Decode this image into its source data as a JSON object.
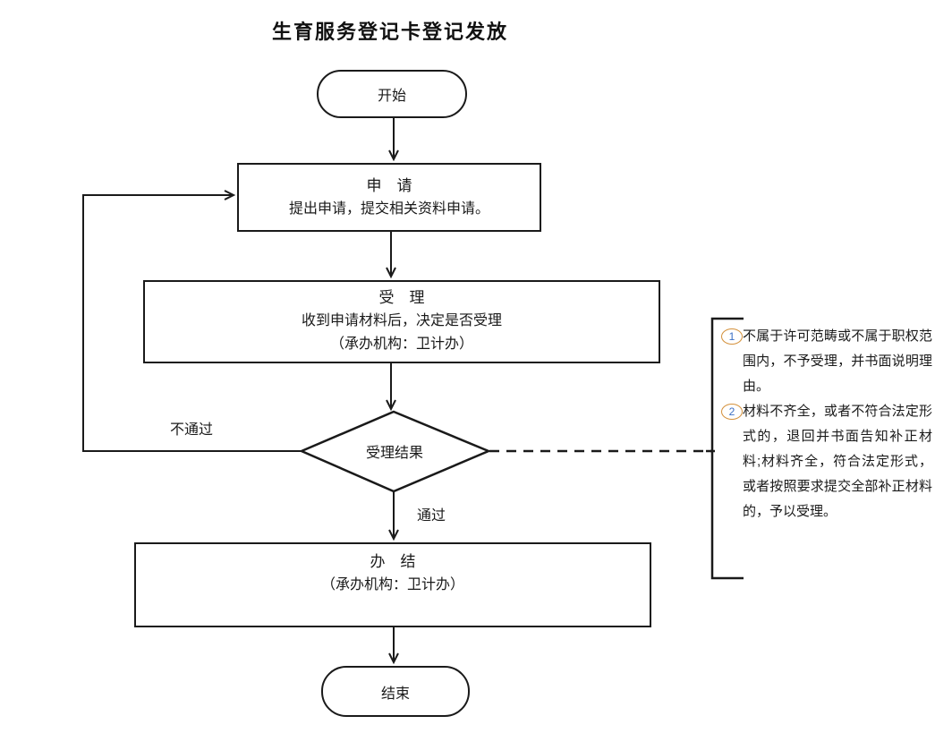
{
  "title": "生育服务登记卡登记发放",
  "flow": {
    "start_label": "开始",
    "apply": {
      "title": "申　请",
      "desc": "提出申请，提交相关资料申请。"
    },
    "accept": {
      "title": "受　理",
      "line1": "收到申请材料后，决定是否受理",
      "line2": "（承办机构：卫计办）"
    },
    "decision_label": "受理结果",
    "edge_fail": "不通过",
    "edge_pass": "通过",
    "complete": {
      "title": "办　结",
      "line1": "（承办机构：卫计办）"
    },
    "end_label": "结束"
  },
  "notes": {
    "items": [
      {
        "num": "1",
        "text": "不属于许可范畴或不属于职权范围内，不予受理，并书面说明理由。"
      },
      {
        "num": "2",
        "text": "材料不齐全，或者不符合法定形式的，退回并书面告知补正材料;材料齐全，符合法定形式，或者按照要求提交全部补正材料的，予以受理。"
      }
    ]
  },
  "colors": {
    "line": "#1a1a1a",
    "text": "#1a1a1a",
    "note_marker_border": "#d4913c",
    "note_marker_number": "#3b6fc4",
    "background": "#ffffff"
  }
}
